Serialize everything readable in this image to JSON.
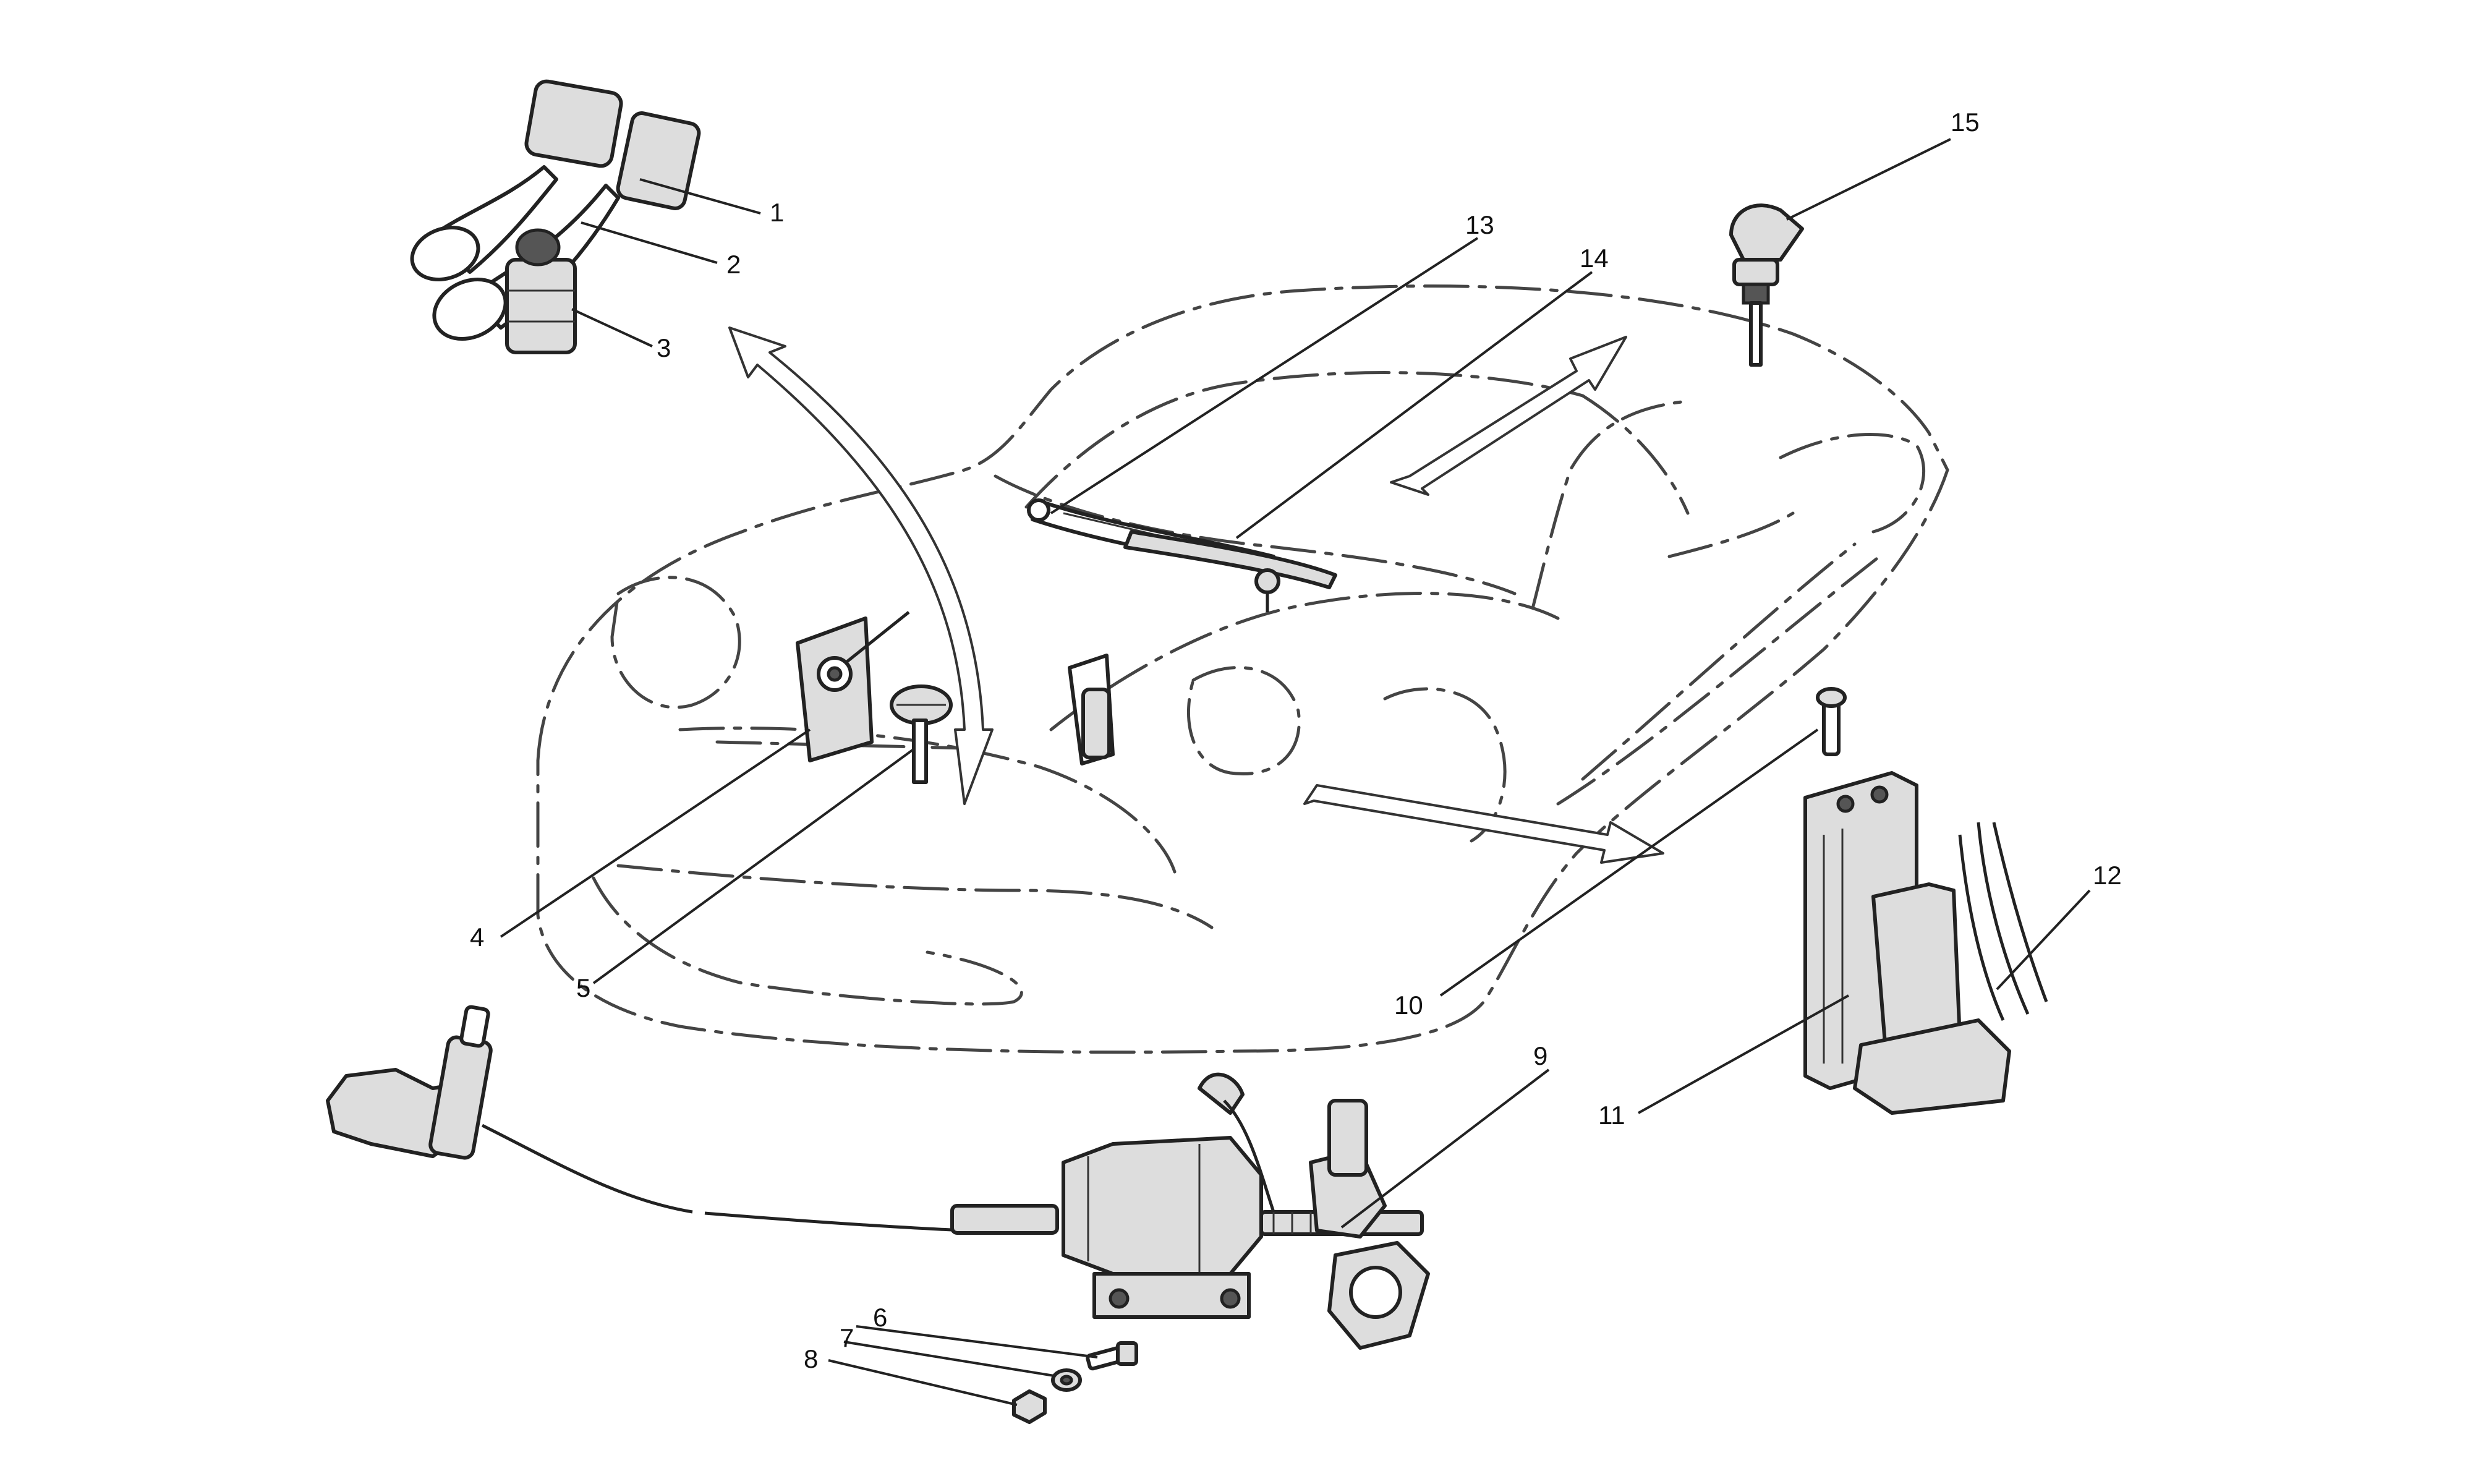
{
  "diagram": {
    "callouts": [
      "1",
      "2",
      "3",
      "4",
      "5",
      "6",
      "7",
      "8",
      "9",
      "10",
      "11",
      "12",
      "13",
      "14",
      "15"
    ]
  },
  "icons": {
    "car": "car-outline-icon",
    "horns": "twin-horn-icon",
    "wiper_motor": "wiper-motor-icon",
    "washer_pump": "washer-pump-icon",
    "jet": "washer-jet-icon"
  },
  "colors": {
    "line": "#222222",
    "background": "#ffffff"
  }
}
